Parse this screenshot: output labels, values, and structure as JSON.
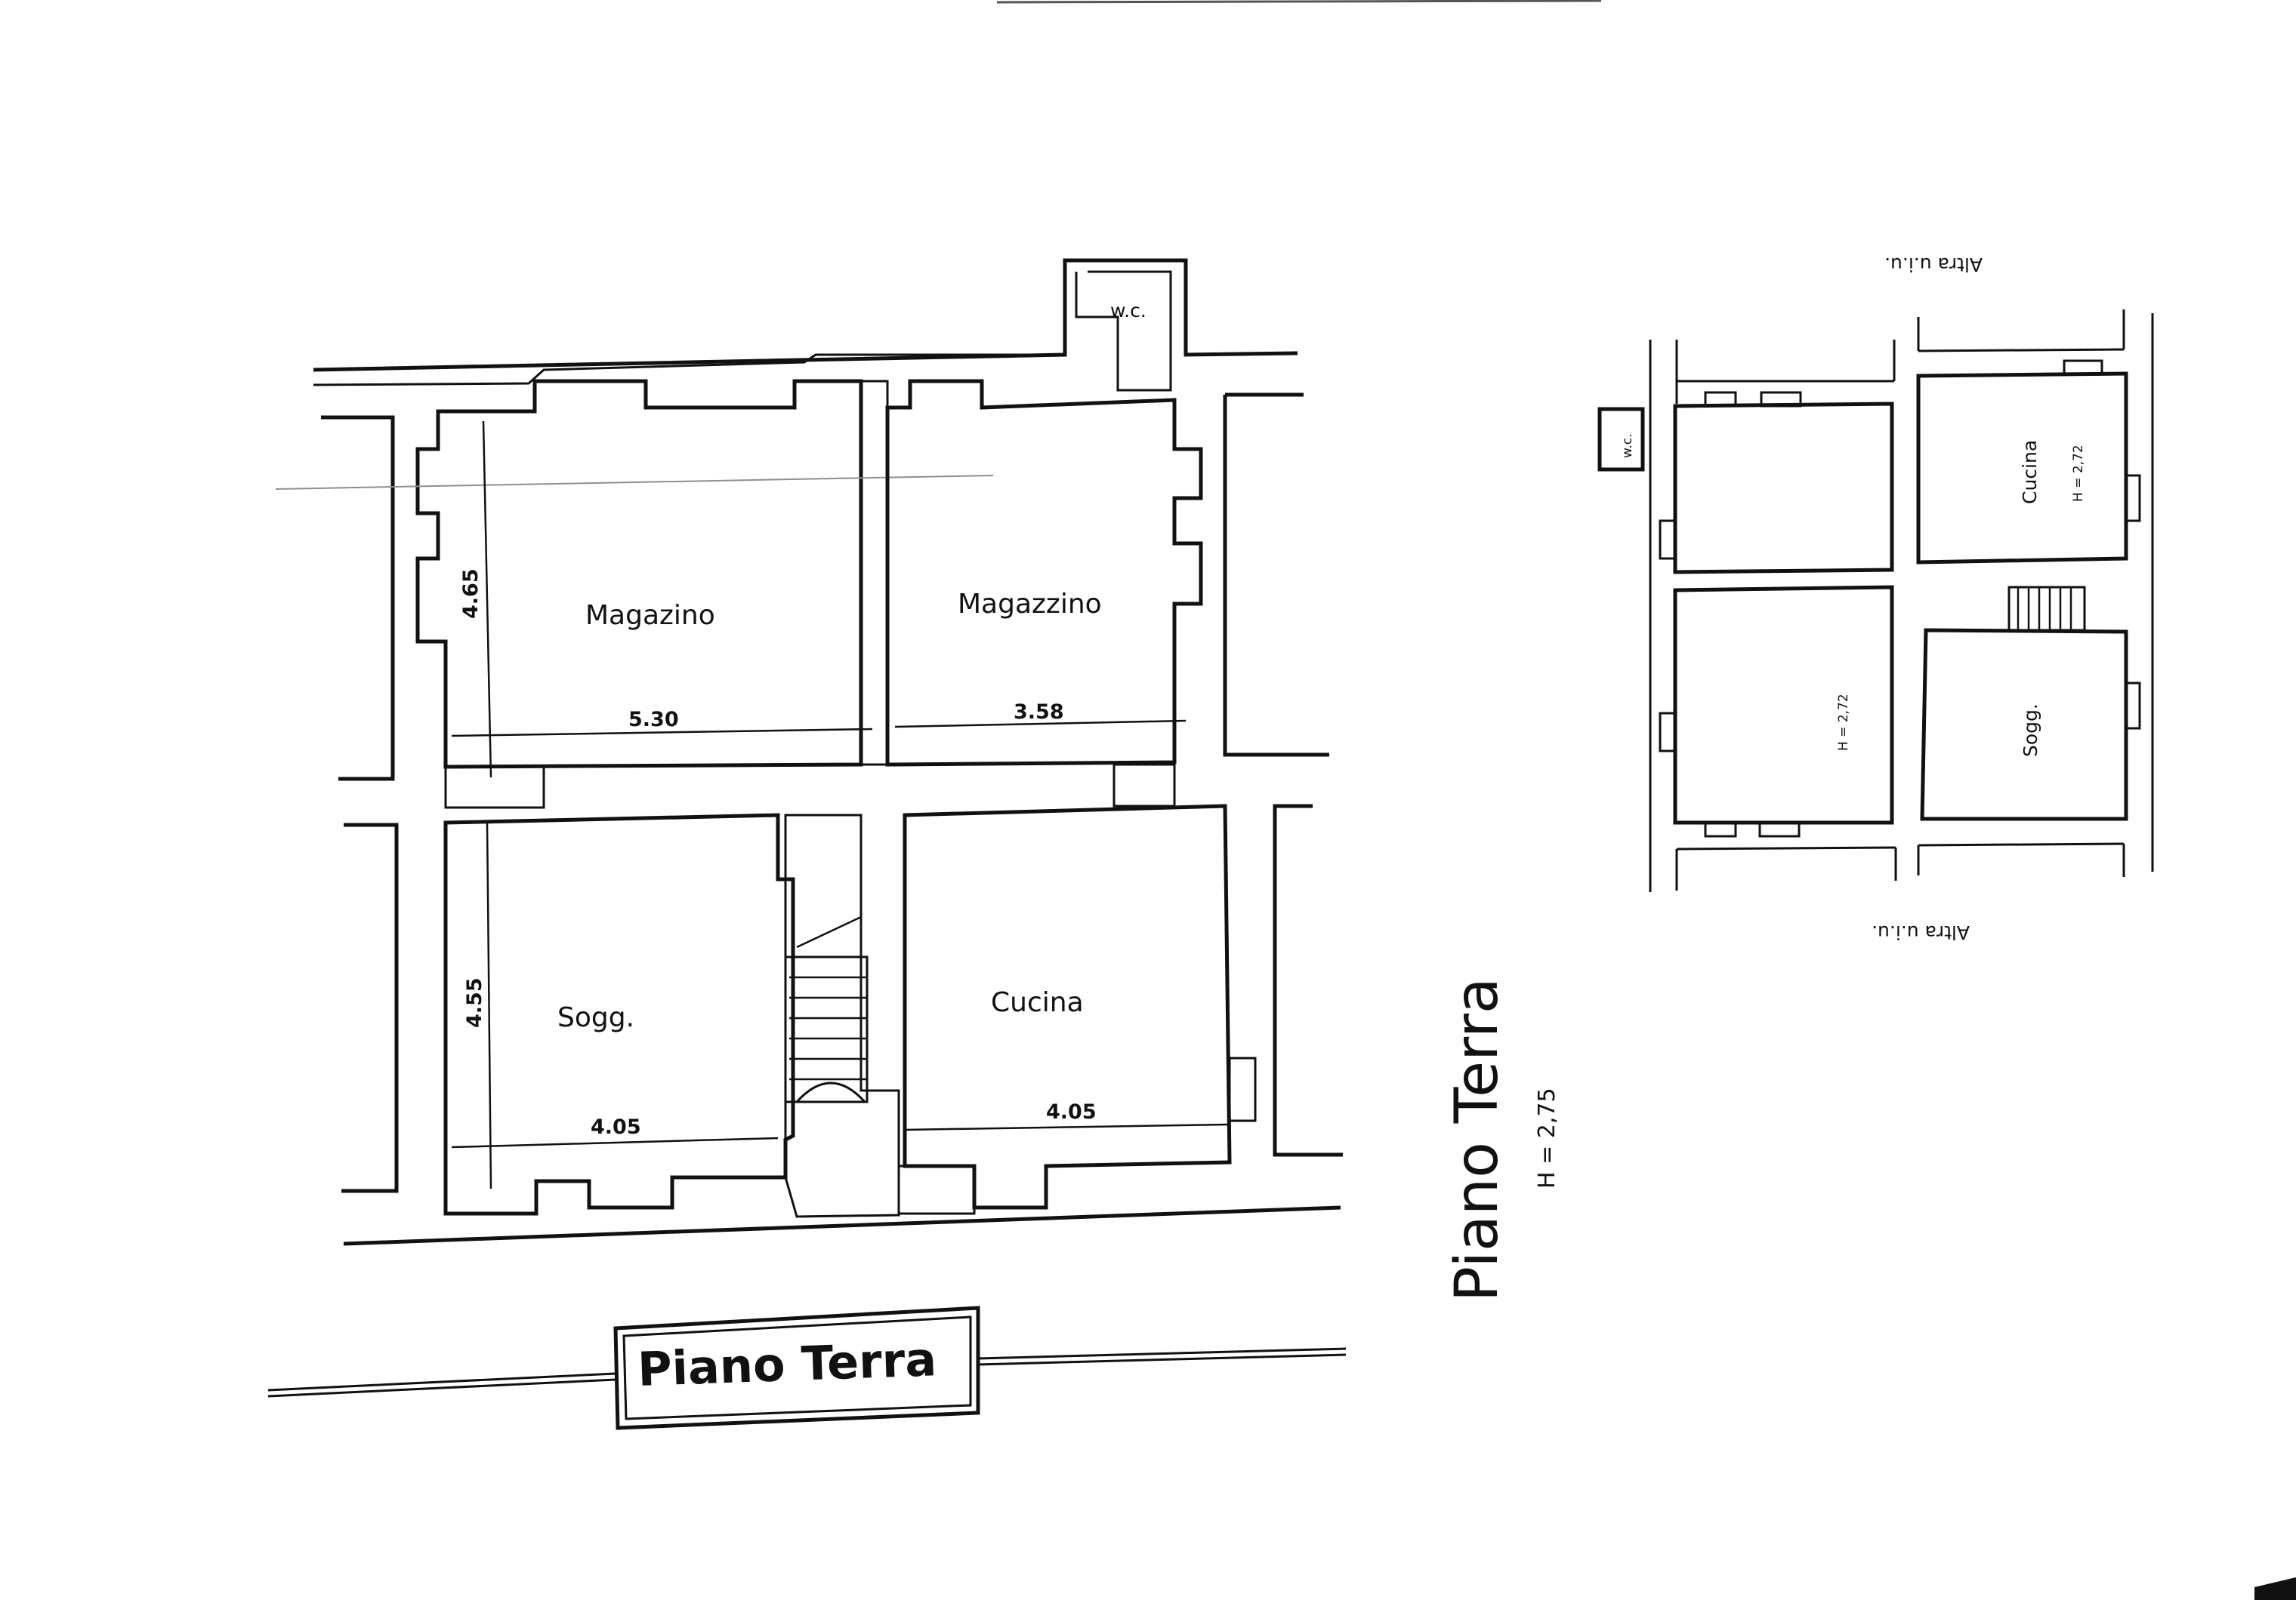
{
  "main_plan": {
    "rooms": {
      "wc": "w.c.",
      "magazino": "Magazino",
      "magazzino": "Magazzino",
      "sogg": "Sogg.",
      "cucina": "Cucina"
    },
    "dimensions": {
      "magazino_width": "5.30",
      "magazino_height": "4.65",
      "magazzino_width": "3.58",
      "sogg_width": "4.05",
      "sogg_height": "4.55",
      "cucina_width": "4.05"
    },
    "title_box": "Piano Terra"
  },
  "side_title": {
    "title": "Piano Terra",
    "height": "H = 2,75"
  },
  "key_plan": {
    "top_label": "Altra u.i.u.",
    "bottom_label": "Altra u.i.u.",
    "wc": "w.c.",
    "cucina": "Cucina",
    "cucina_height": "H = 2,72",
    "left_room_height": "H = 2,72",
    "sogg": "Sogg."
  },
  "colors": {
    "ink": "#111111",
    "paper": "#ffffff",
    "guide_line": "#9a8a8a"
  }
}
